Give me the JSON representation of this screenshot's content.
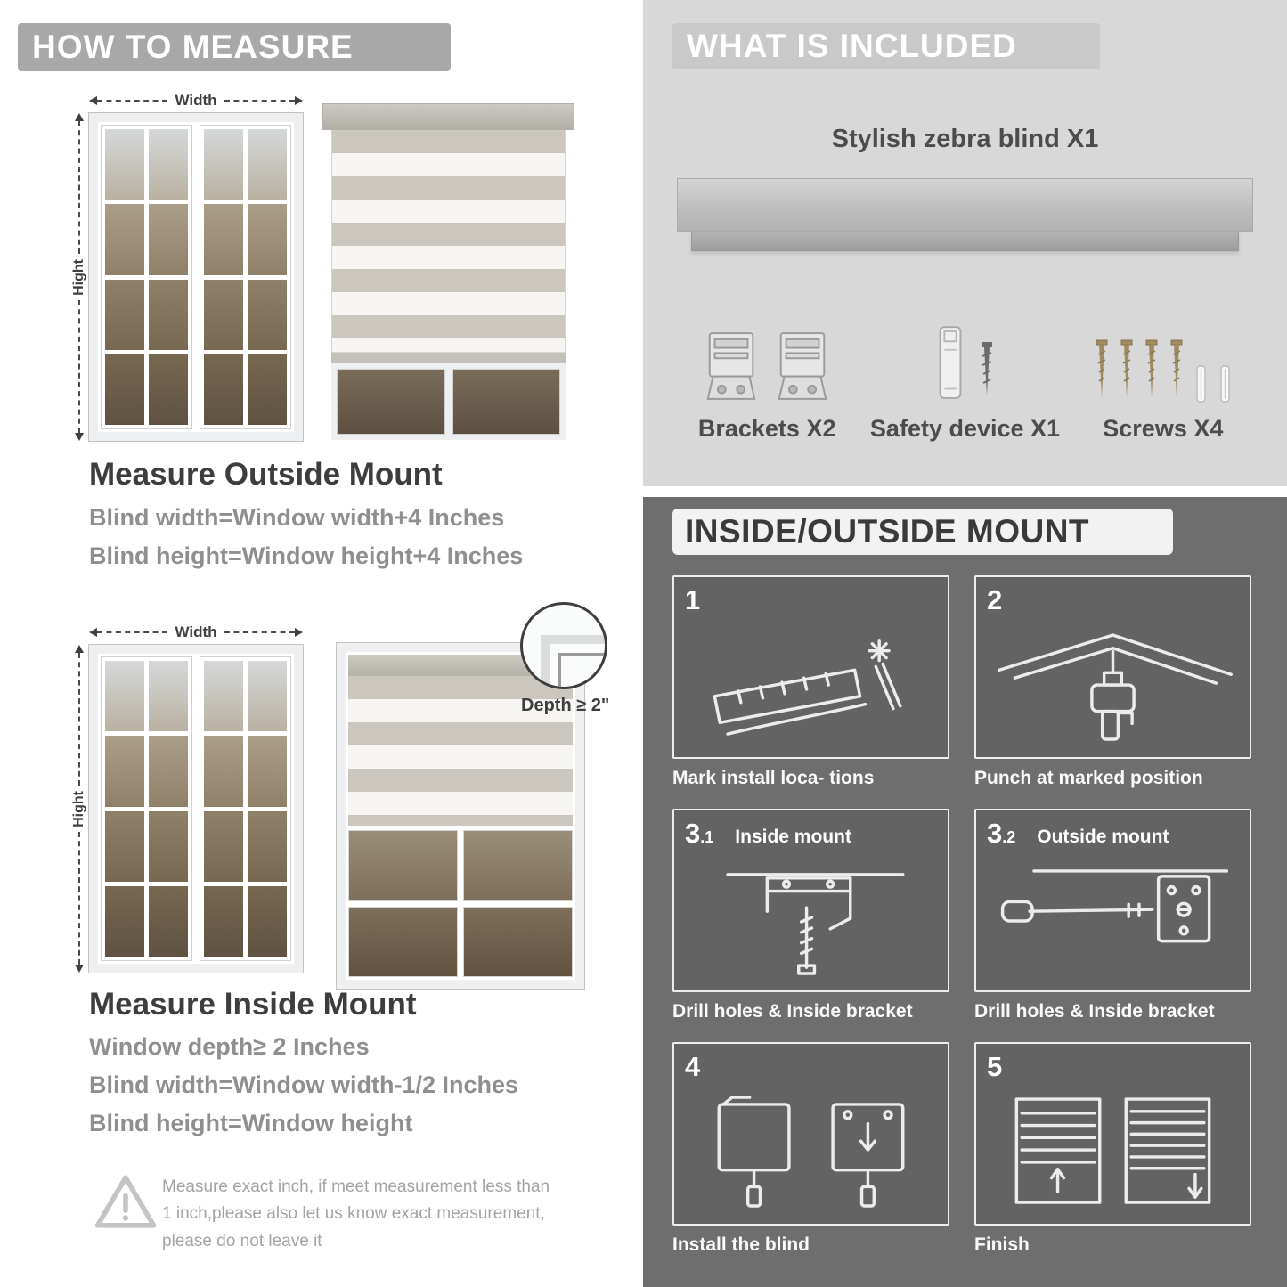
{
  "left": {
    "banner": "HOW TO MEASURE",
    "outside": {
      "width_label": "Width",
      "height_label": "Hight",
      "heading": "Measure Outside Mount",
      "lines": [
        "Blind width=Window width+4 Inches",
        "Blind height=Window height+4 Inches"
      ]
    },
    "inside": {
      "width_label": "Width",
      "height_label": "Hight",
      "depth_label": "Depth ≥ 2\"",
      "heading": "Measure Inside Mount",
      "lines": [
        "Window depth≥ 2 Inches",
        "Blind width=Window width-1/2 Inches",
        "Blind height=Window height"
      ]
    },
    "warning_text": "Measure exact inch, if meet measurement less than 1 inch,please also let us know exact measurement, please do not leave it"
  },
  "included": {
    "banner": "WHAT IS INCLUDED",
    "product_title": "Stylish zebra blind X1",
    "part_labels": [
      "Brackets X2",
      "Safety device X1",
      "Screws X4"
    ]
  },
  "mount": {
    "banner": "INSIDE/OUTSIDE MOUNT",
    "steps": [
      {
        "num": "1",
        "sub": "",
        "label": "",
        "caption": "Mark install loca- tions"
      },
      {
        "num": "2",
        "sub": "",
        "label": "",
        "caption": "Punch at  marked position"
      },
      {
        "num": "3",
        "sub": ".1",
        "label": "Inside mount",
        "caption": "Drill holes &  Inside bracket"
      },
      {
        "num": "3",
        "sub": ".2",
        "label": "Outside mount",
        "caption": "Drill holes &  Inside bracket"
      },
      {
        "num": "4",
        "sub": "",
        "label": "",
        "caption": "Install the blind"
      },
      {
        "num": "5",
        "sub": "",
        "label": "",
        "caption": "Finish"
      }
    ]
  },
  "colors": {
    "banner_gray": "#a8a8a8",
    "panel_light": "#d8d8d8",
    "panel_dark": "#6e6e6e",
    "text_dark": "#3d3d3d",
    "text_gray": "#8f8f8f",
    "blind_stripe": "#cbc7bf"
  }
}
